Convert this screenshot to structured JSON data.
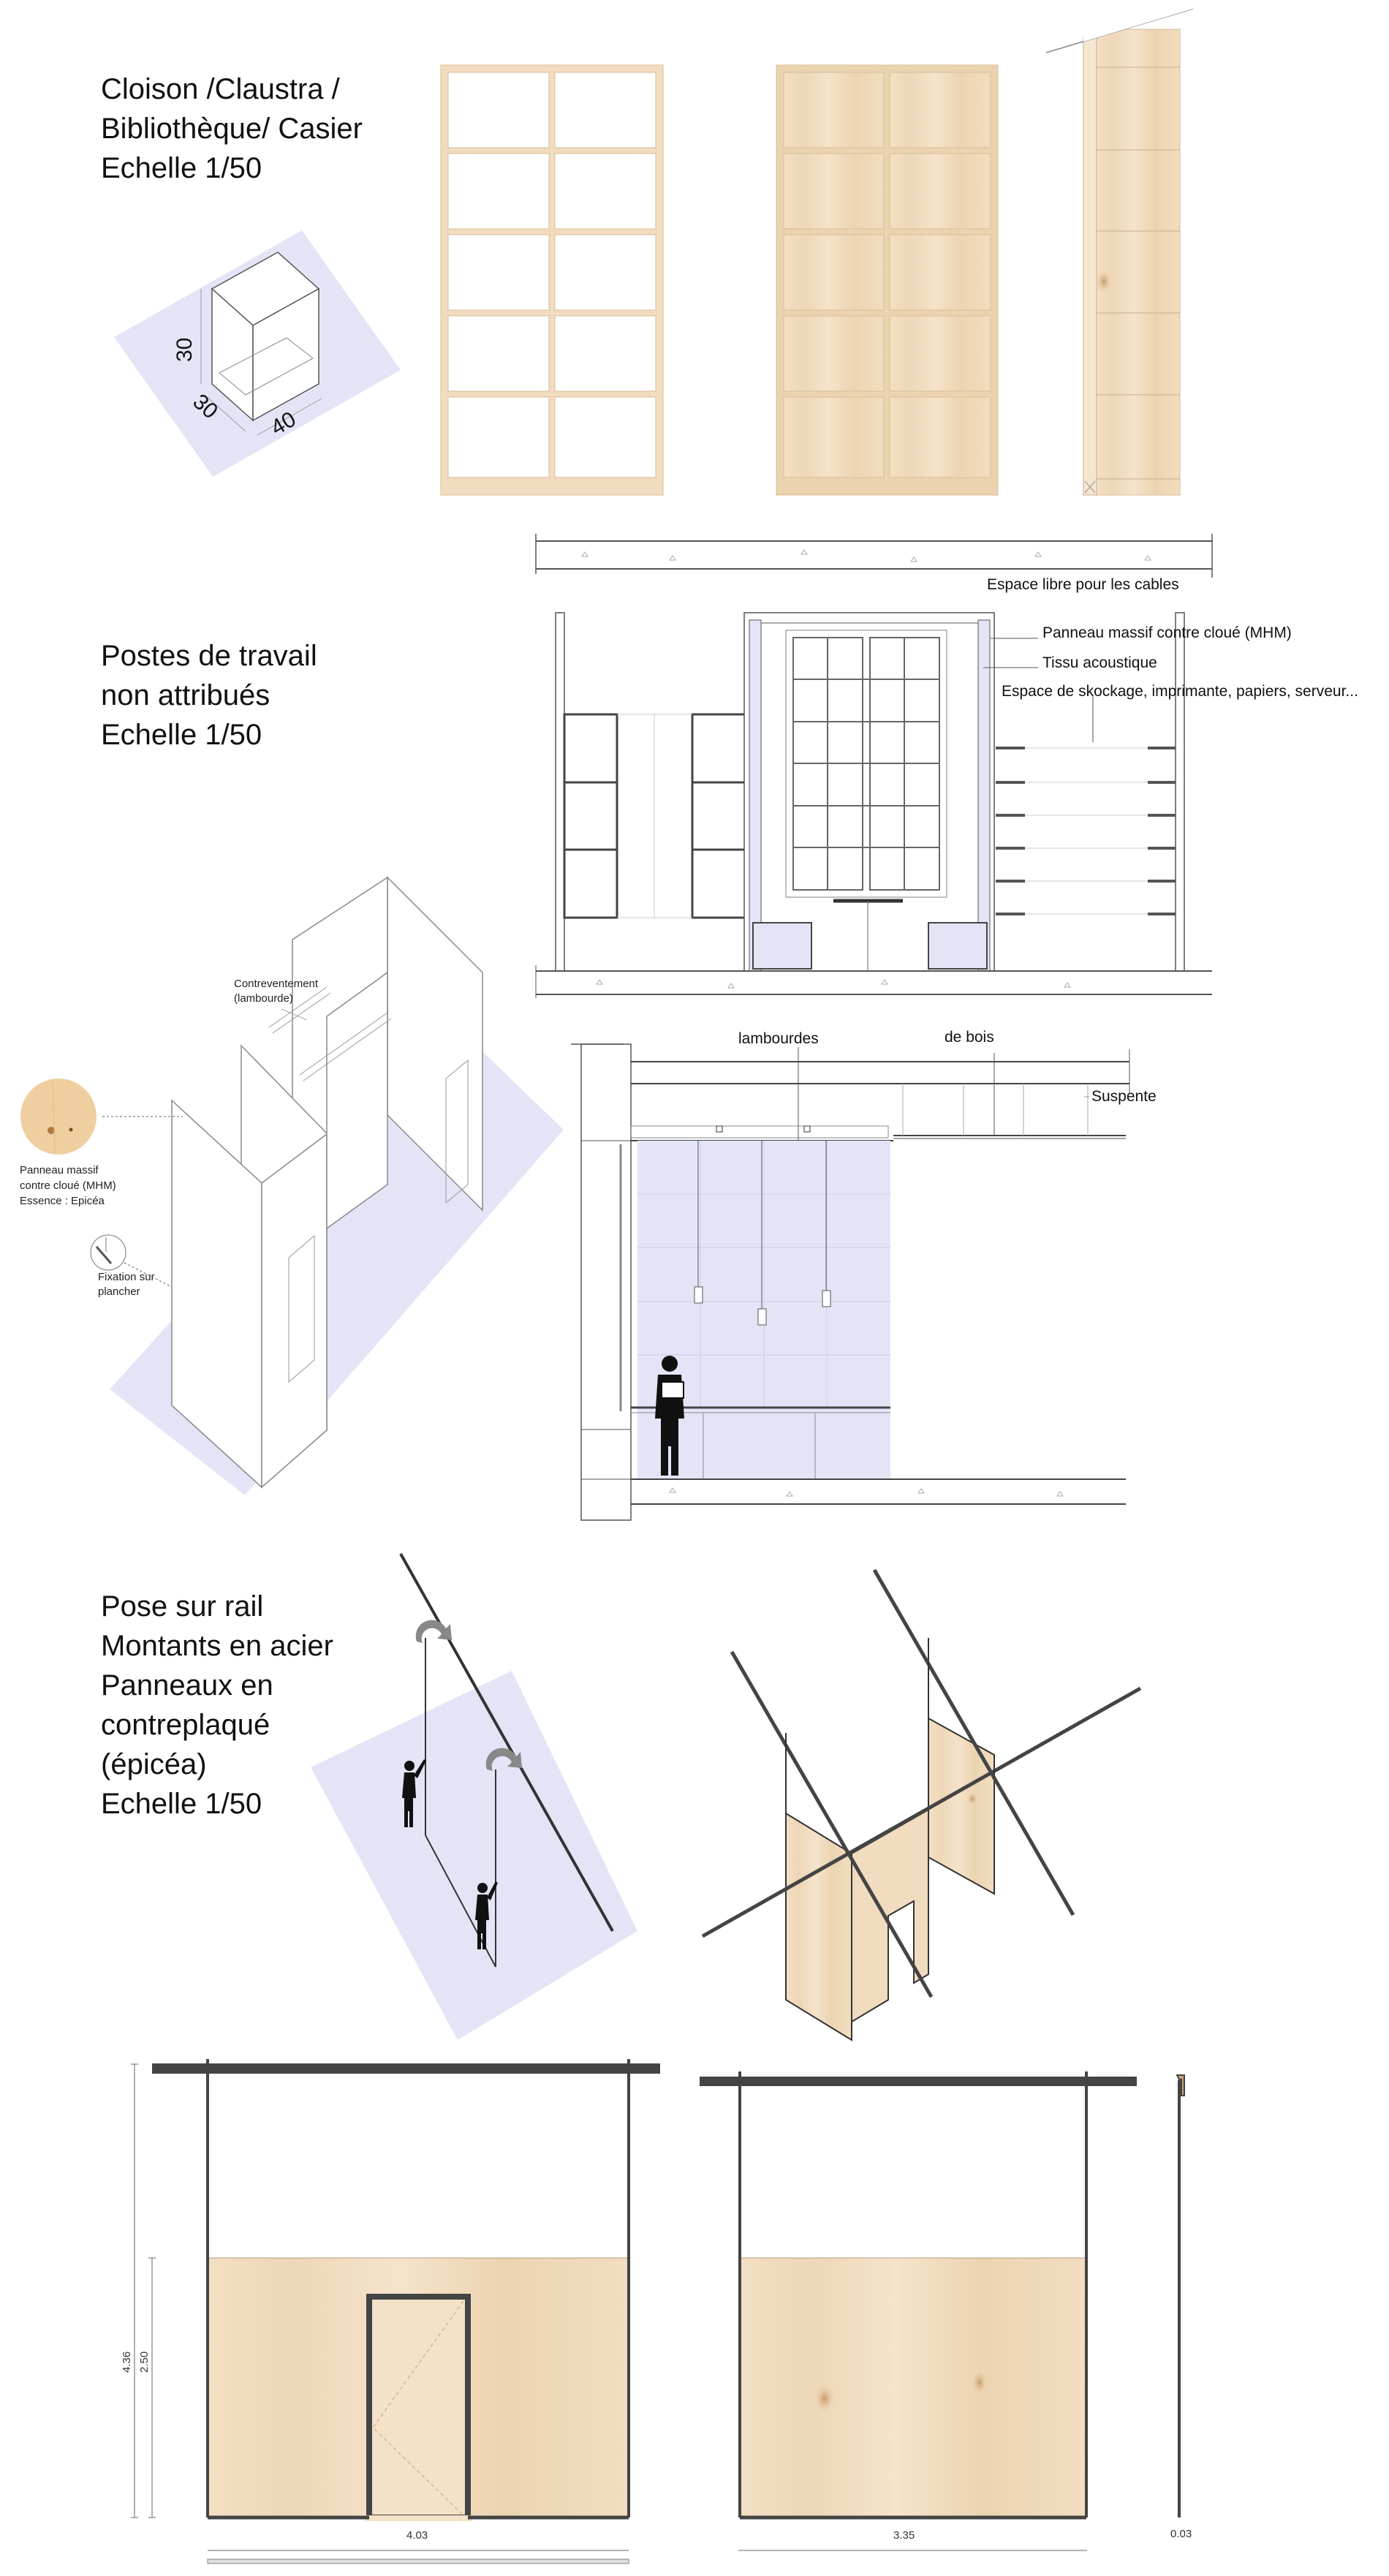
{
  "section1": {
    "title_lines": [
      "Cloison /Claustra /",
      "Bibliothèque/ Casier",
      "Echelle 1/50"
    ],
    "cube_dims": {
      "height": "30",
      "depth": "30",
      "width": "40"
    },
    "cable_note": "Espace libre pour les cables"
  },
  "section2": {
    "title_lines": [
      "Postes de travail",
      "non attribués",
      "Echelle 1/50"
    ],
    "annotations": {
      "panel": "Panneau massif contre cloué (MHM)",
      "fabric": "Tissu acoustique",
      "storage": "Espace de skockage, imprimante, papiers, serveur..."
    },
    "iso_labels": {
      "bracing": [
        "Contreventement",
        "(lambourde)"
      ],
      "material": [
        "Panneau massif",
        "contre cloué (MHM)",
        "Essence : Epicéa"
      ],
      "fixing": [
        "Fixation sur",
        "plancher"
      ]
    },
    "section_labels": {
      "joists": "lambourdes",
      "wood": "de bois",
      "hanger": "Suspente"
    }
  },
  "section3": {
    "title_lines": [
      "Pose sur rail",
      "Montants en acier",
      "Panneaux en",
      "contreplaqué",
      "(épicéa)",
      "Echelle 1/50"
    ],
    "dimensions": {
      "total_height": "4.36",
      "panel_height": "2.50",
      "width_a": "4.03",
      "width_b": "3.35",
      "thickness": "0.03"
    }
  },
  "colors": {
    "wood": "#f1dcbf",
    "wood_edge": "#e2c49c",
    "lavender": "#e3e5f7",
    "steel": "#444444"
  }
}
